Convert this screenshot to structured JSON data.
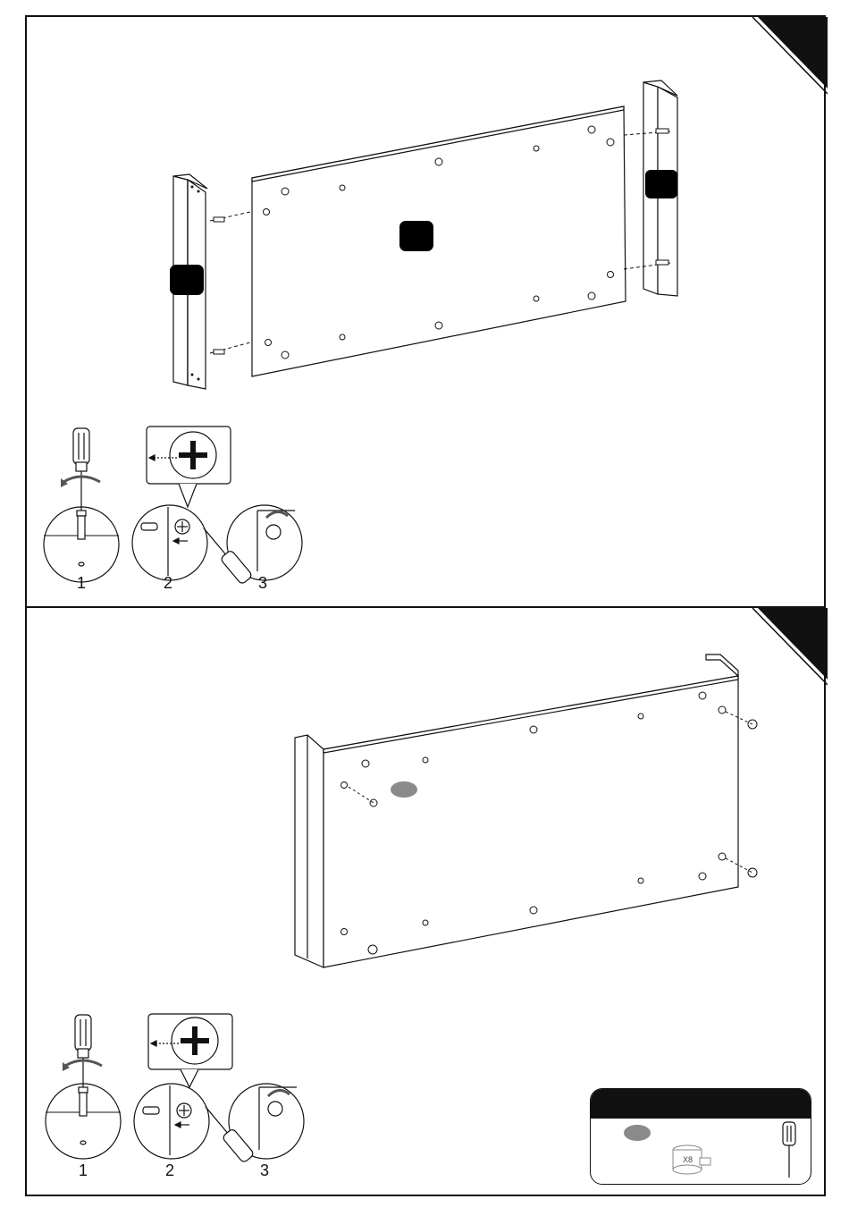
{
  "steps": {
    "step1": {
      "sub_labels": [
        "1",
        "2",
        "3"
      ]
    },
    "step2": {
      "sub_labels": [
        "1",
        "2",
        "3"
      ]
    }
  },
  "legend": {
    "quantity_mark": "X8"
  },
  "colors": {
    "ink": "#111111",
    "callout_fill": "#000000",
    "part_marker": "#8a8a8a",
    "page": "#ffffff"
  },
  "icons": [
    "screwdriver-icon",
    "cam-lock-icon",
    "dowel-icon",
    "rotate-arrow-icon",
    "phillips-head-icon"
  ]
}
